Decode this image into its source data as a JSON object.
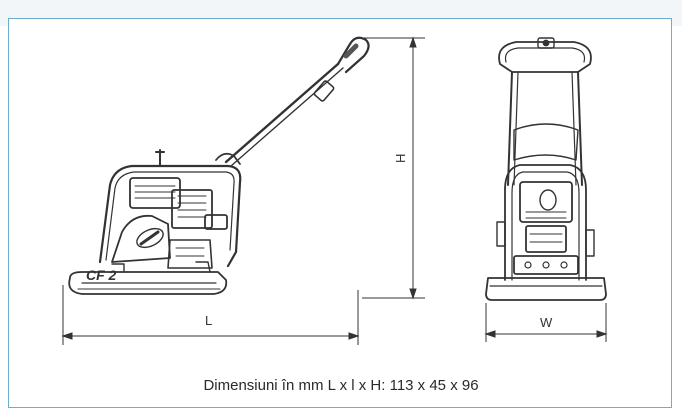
{
  "header": {
    "partial_title": ""
  },
  "diagram": {
    "side_view": {
      "length_label": "L",
      "height_label": "H",
      "model_label": "CF 2"
    },
    "front_view": {
      "width_label": "W"
    }
  },
  "caption": {
    "text": "Dimensiuni în mm L x l x H: 113 x 45 x 96"
  },
  "colors": {
    "frame_border": "#6aaed1",
    "line": "#333333"
  }
}
